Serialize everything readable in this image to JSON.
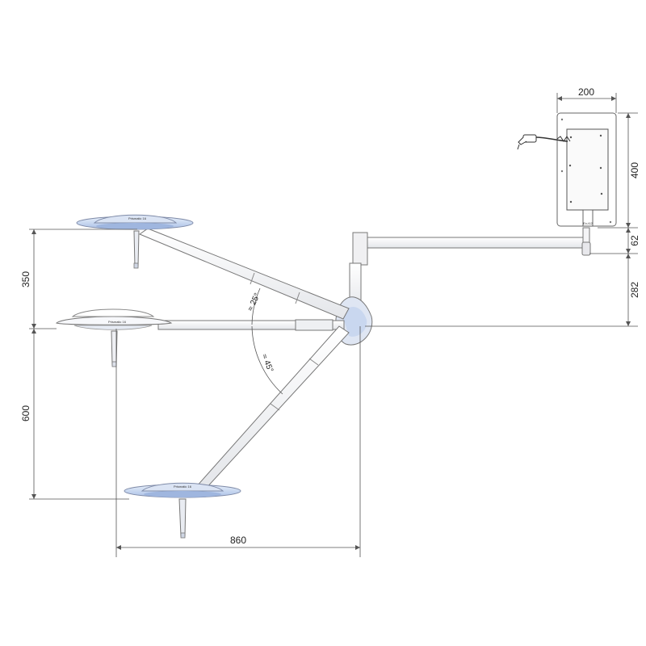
{
  "colors": {
    "lines": "#666666",
    "lamp_glow": "#b8cdee",
    "lamp_body": "#9aa8c8",
    "background": "#ffffff"
  },
  "dimensions": {
    "plate_width": "200",
    "plate_height": "400",
    "mount_offset": "62",
    "arm_drop": "282",
    "upper_reach": "350",
    "lower_reach": "600",
    "horizontal_reach": "860"
  },
  "angles": {
    "upper": "≈ 25°",
    "lower": "≈ 45°"
  },
  "lamp_heads": {
    "top_label": "Prismatic 16",
    "middle_label": "Prismatic 16",
    "bottom_label": "Prismatic 16"
  },
  "plate_label": "Ex-t12"
}
